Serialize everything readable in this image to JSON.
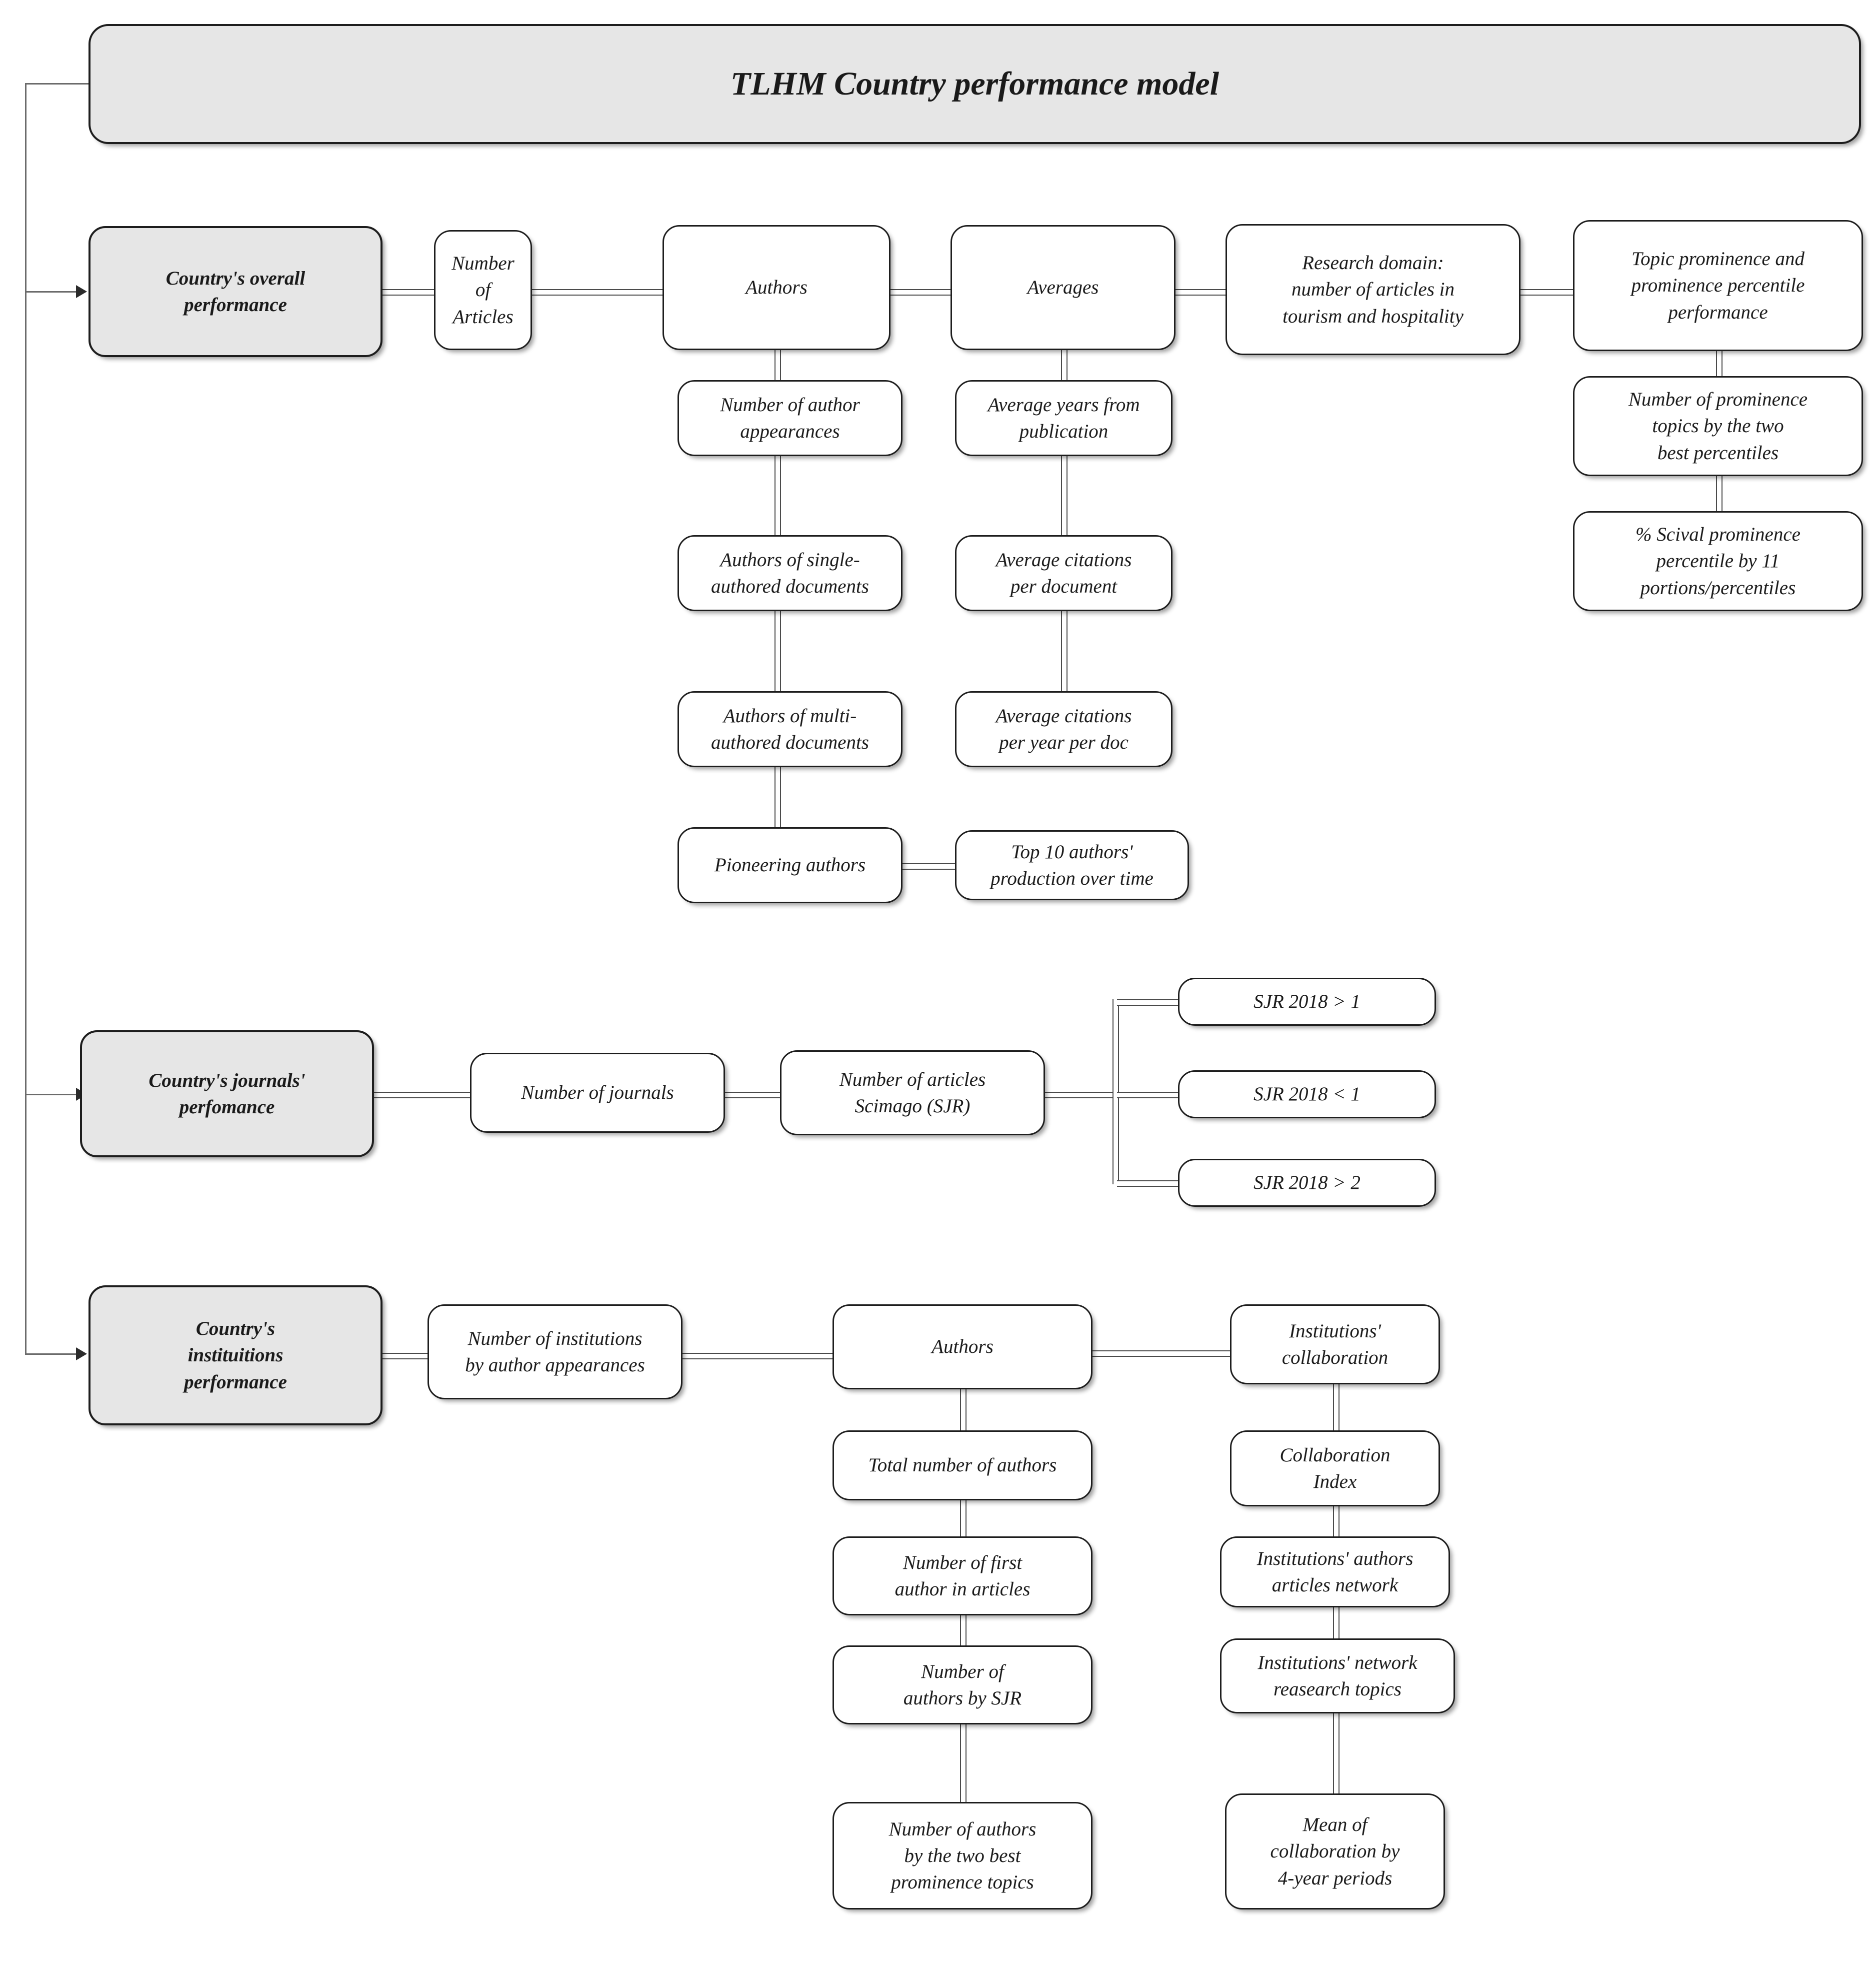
{
  "diagram": {
    "title": "TLHM Country performance model",
    "branches": [
      {
        "id": "overall",
        "label": "Country's overall\nperformance",
        "chain": [
          {
            "id": "num-articles",
            "label": "Number of\nArticles"
          },
          {
            "id": "authors",
            "label": "Authors"
          },
          {
            "id": "averages",
            "label": "Averages"
          },
          {
            "id": "research-domain",
            "label": "Research domain:\nnumber of articles in\ntourism and hospitality"
          },
          {
            "id": "topic-prominence",
            "label": "Topic prominence and\nprominence percentile\nperformance"
          }
        ],
        "authors_children": [
          {
            "id": "author-appearances",
            "label": "Number of author\nappearances"
          },
          {
            "id": "single-authored",
            "label": "Authors of single-\nauthored documents"
          },
          {
            "id": "multi-authored",
            "label": "Authors of multi-\nauthored documents"
          },
          {
            "id": "pioneering-authors",
            "label": "Pioneering authors"
          }
        ],
        "pioneering_child": {
          "id": "top10-authors",
          "label": "Top 10  authors'\nproduction over time"
        },
        "averages_children": [
          {
            "id": "avg-years",
            "label": "Average years  from\npublication"
          },
          {
            "id": "avg-citations-doc",
            "label": "Average citations\nper document"
          },
          {
            "id": "avg-citations-year",
            "label": "Average citations\nper year per doc"
          }
        ],
        "prominence_children": [
          {
            "id": "prominence-topics",
            "label": "Number of  prominence\ntopics by the two\nbest percentiles"
          },
          {
            "id": "scival-percentile",
            "label": "% Scival prominence\npercentile by 11\nportions/percentiles"
          }
        ]
      },
      {
        "id": "journals",
        "label": "Country's journals'\nperfomance",
        "chain": [
          {
            "id": "num-journals",
            "label": "Number of journals"
          },
          {
            "id": "num-articles-sjr",
            "label": "Number of articles\nScimago (SJR)"
          }
        ],
        "sjr_branches": [
          {
            "id": "sjr-gt-1",
            "label": "SJR 2018 > 1"
          },
          {
            "id": "sjr-lt-1",
            "label": "SJR 2018 < 1"
          },
          {
            "id": "sjr-gt-2",
            "label": "SJR 2018 > 2"
          }
        ]
      },
      {
        "id": "institutions",
        "label": "Country's\ninstituitions\nperformance",
        "chain": [
          {
            "id": "num-institutions",
            "label": "Number of institutions\nby author appearances"
          },
          {
            "id": "inst-authors",
            "label": "Authors"
          },
          {
            "id": "inst-collaboration",
            "label": "Institutions'\ncollaboration"
          }
        ],
        "authors_children": [
          {
            "id": "total-authors",
            "label": "Total number of authors"
          },
          {
            "id": "first-author",
            "label": "Number of first\nauthor in articles"
          },
          {
            "id": "authors-by-sjr",
            "label": "Number of\nauthors by SJR"
          },
          {
            "id": "authors-two-best",
            "label": "Number of authors\nby the two best\nprominence topics"
          }
        ],
        "collaboration_children": [
          {
            "id": "collab-index",
            "label": "Collaboration\nIndex"
          },
          {
            "id": "inst-authors-network",
            "label": "Institutions' authors\narticles network"
          },
          {
            "id": "inst-network-topics",
            "label": "Institutions' network\nreasearch topics"
          },
          {
            "id": "mean-collab",
            "label": "Mean of\ncollaboration by\n4-year periods"
          }
        ]
      }
    ],
    "colors": {
      "level1_fill": "#e6e6e6",
      "node_fill": "#ffffff",
      "border": "#1d1d1d",
      "connector": "#4a4a4a",
      "background": "#ffffff"
    }
  }
}
